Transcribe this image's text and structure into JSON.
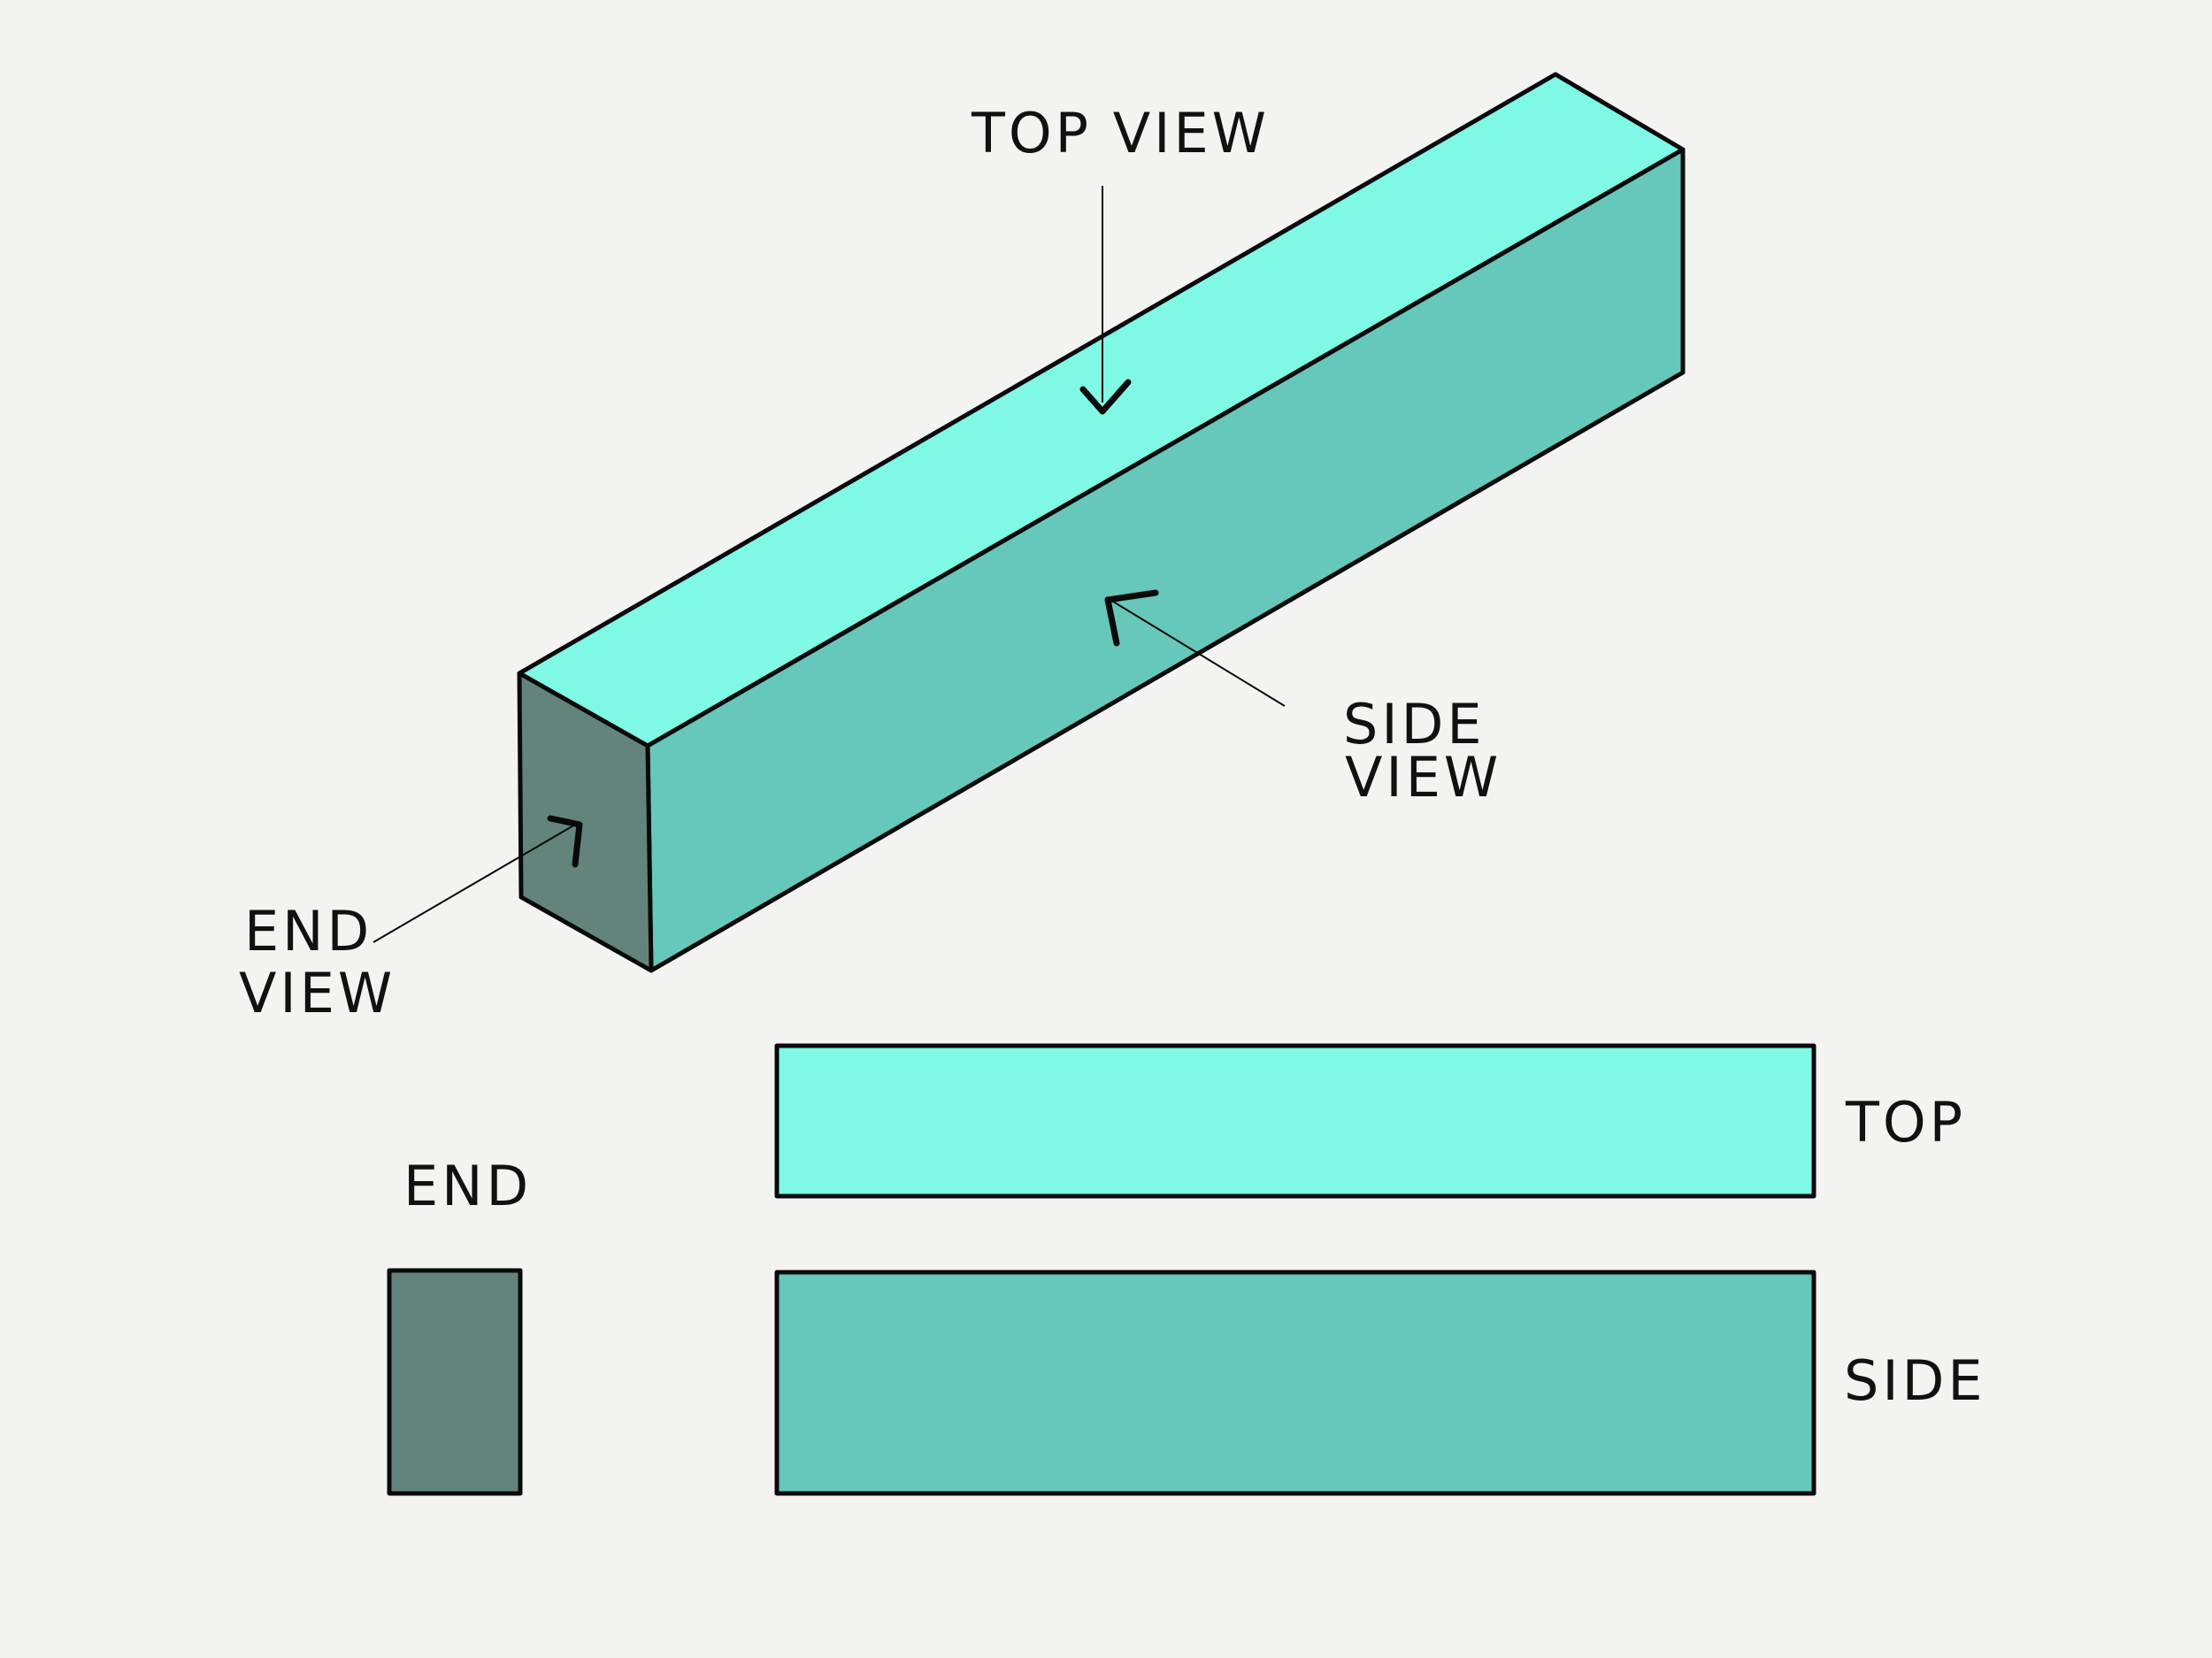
{
  "colors": {
    "top_face": "#7ff8e6",
    "side_face": "#66c8ba",
    "end_face": "#62847d",
    "background": "#f3f3f2",
    "ink": "#0a0a0a"
  },
  "labels": {
    "top_view": "TOP VIEW",
    "side_view_line1": "SIDE",
    "side_view_line2": "VIEW",
    "end_view_line1": "END",
    "end_view_line2": "VIEW",
    "end": "END",
    "top": "TOP",
    "side": "SIDE"
  }
}
